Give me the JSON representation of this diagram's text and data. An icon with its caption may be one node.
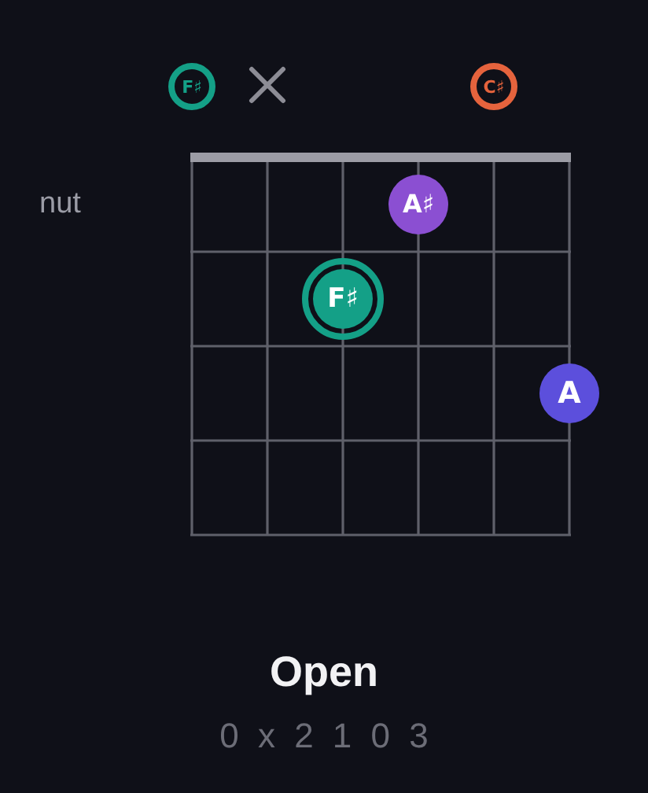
{
  "diagram": {
    "title": "Open",
    "nodes": [
      {
        "text": [
          "F♯"
        ]
      },
      {
        "text": [
          "C♯"
        ]
      },
      {
        "text": [
          "A♯"
        ]
      },
      {
        "text": [
          "F♯"
        ]
      },
      {
        "text": [
          "A"
        ]
      }
    ],
    "labels": [
      "nut",
      "0 x 2 1 0 3"
    ]
  }
}
